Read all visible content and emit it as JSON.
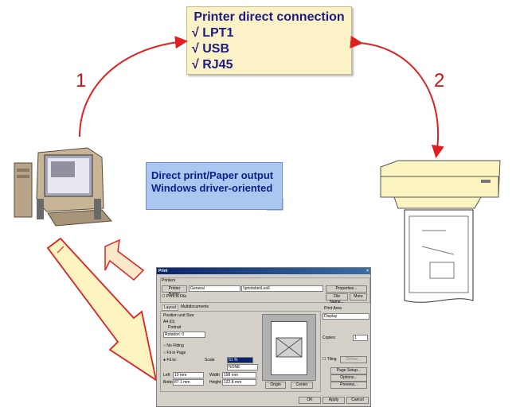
{
  "connection_box": {
    "title": "Printer direct connection",
    "items": [
      "√ LPT1",
      "√ USB",
      "√ RJ45"
    ]
  },
  "steps": {
    "one": "1",
    "two": "2"
  },
  "note": {
    "line1": "Direct print/Paper output",
    "line2": "Windows driver-oriented"
  },
  "dialog": {
    "title": "Print",
    "printers_group": "Printers",
    "printer_name_label": "Printer Name:",
    "printer_name_value": "General",
    "printer_path": "\\\\printsbio\\Lex6",
    "properties": "Properties...",
    "print_to_file": "Print to File",
    "file_name": "File Name...",
    "more": "More",
    "tab_layout": "Layout",
    "tab_multidocs": "Multidocuments",
    "position_size": "Position and Size",
    "paper": "A4 (D)",
    "portrait": "Portrait",
    "rotation": "Rotation: 0",
    "no_fitting": "No Fitting",
    "fit_in_page": "Fit in Page",
    "fit_to": "Fit to:",
    "scale_label": "Scale",
    "scale_value": "51 %",
    "none": "NONE",
    "left_label": "Left",
    "left_value": "10 mm",
    "width_label": "Width",
    "width_value": "198 mm",
    "bottom_label": "Bottom",
    "bottom_value": "87.1 mm",
    "height_label": "Height",
    "height_value": "122.8 mm",
    "origin": "Origin",
    "center": "Center",
    "print_area": "Print Area",
    "display": "Display",
    "copies_label": "Copies:",
    "copies_value": "1",
    "tiling": "Tiling",
    "define": "Define...",
    "page_setup": "Page Setup...",
    "options": "Options...",
    "preview": "Preview...",
    "ok": "OK",
    "apply": "Apply",
    "cancel": "Cancel"
  },
  "colors": {
    "arrow": "#e02020",
    "note_bg": "#a8c8f0",
    "box_bg": "#fbf2c8",
    "text_blue": "#1d1a80"
  }
}
